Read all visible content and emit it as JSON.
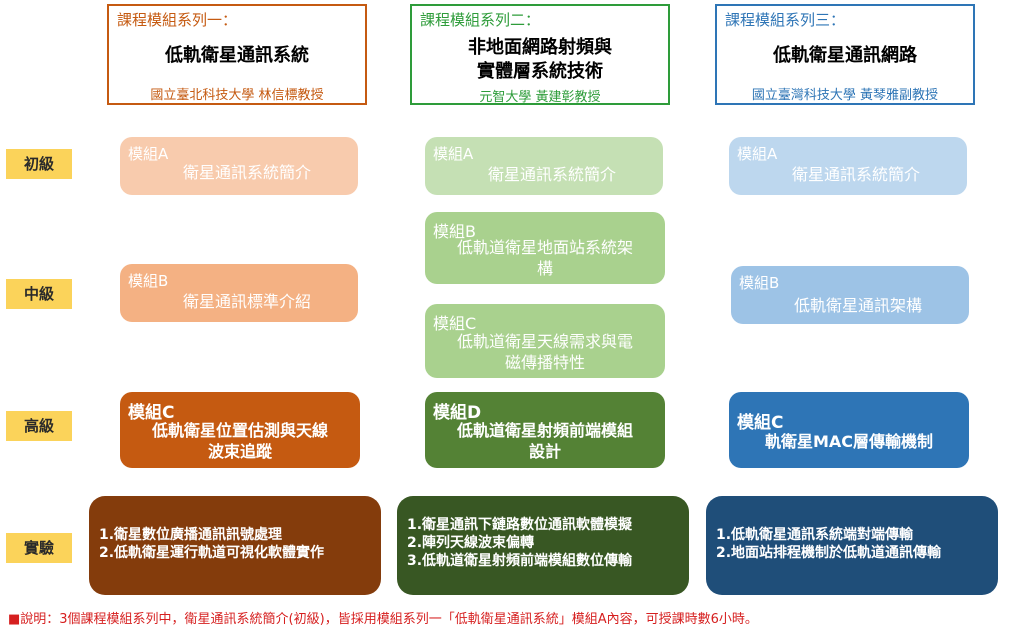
{
  "headers": [
    {
      "series": "課程模組系列一：",
      "title_lines": [
        "低軌衛星通訊系統"
      ],
      "institution": "國立臺北科技大學 林信標教授",
      "color": "#c55a11"
    },
    {
      "series": "課程模組系列二：",
      "title_lines": [
        "非地面網路射頻與",
        "實體層系統技術"
      ],
      "institution": "元智大學 黃建彰教授",
      "color": "#2e9c3a"
    },
    {
      "series": "課程模組系列三：",
      "title_lines": [
        "低軌衛星通訊網路"
      ],
      "institution": "國立臺灣科技大學 黃琴雅副教授",
      "color": "#2e75b6"
    }
  ],
  "levels": [
    "初級",
    "中級",
    "高級",
    "實驗"
  ],
  "modules": {
    "col1": [
      {
        "tag": "模組A",
        "name_lines": [
          "衛星通訊系統簡介"
        ]
      },
      {
        "tag": "模組B",
        "name_lines": [
          "衛星通訊標準介紹"
        ]
      },
      {
        "tag": "模組C",
        "name_lines": [
          "低軌衛星位置估測與天線",
          "波束追蹤"
        ]
      }
    ],
    "col2": [
      {
        "tag": "模組A",
        "name_lines": [
          "衛星通訊系統簡介"
        ]
      },
      {
        "tag": "模組B",
        "name_lines": [
          "低軌道衛星地面站系統架",
          "構"
        ]
      },
      {
        "tag": "模組C",
        "name_lines": [
          "低軌道衛星天線需求與電",
          "磁傳播特性"
        ]
      },
      {
        "tag": "模組D",
        "name_lines": [
          "低軌道衛星射頻前端模組",
          "設計"
        ]
      }
    ],
    "col3": [
      {
        "tag": "模組A",
        "name_lines": [
          "衛星通訊系統簡介"
        ]
      },
      {
        "tag": "模組B",
        "name_lines": [
          "低軌衛星通訊架構"
        ]
      },
      {
        "tag": "模組C",
        "name_lines": [
          "軌衛星MAC層傳輸機制"
        ]
      }
    ]
  },
  "labs": [
    {
      "lines": [
        "1.衛星數位廣播通訊訊號處理",
        "2.低軌衛星運行軌道可視化軟體實作"
      ]
    },
    {
      "lines": [
        "1.衛星通訊下鏈路數位通訊軟體模擬",
        "2.陣列天線波束偏轉",
        "3.低軌道衛星射頻前端模組數位傳輸"
      ]
    },
    {
      "lines": [
        "1.低軌衛星通訊系統端對端傳輸",
        "2.地面站排程機制於低軌道通訊傳輸"
      ]
    }
  ],
  "note": "■說明：3個課程模組系列中，衛星通訊系統簡介(初級)，皆採用模組系列一「低軌衛星通訊系統」模組A內容，可授課時數6小時。"
}
